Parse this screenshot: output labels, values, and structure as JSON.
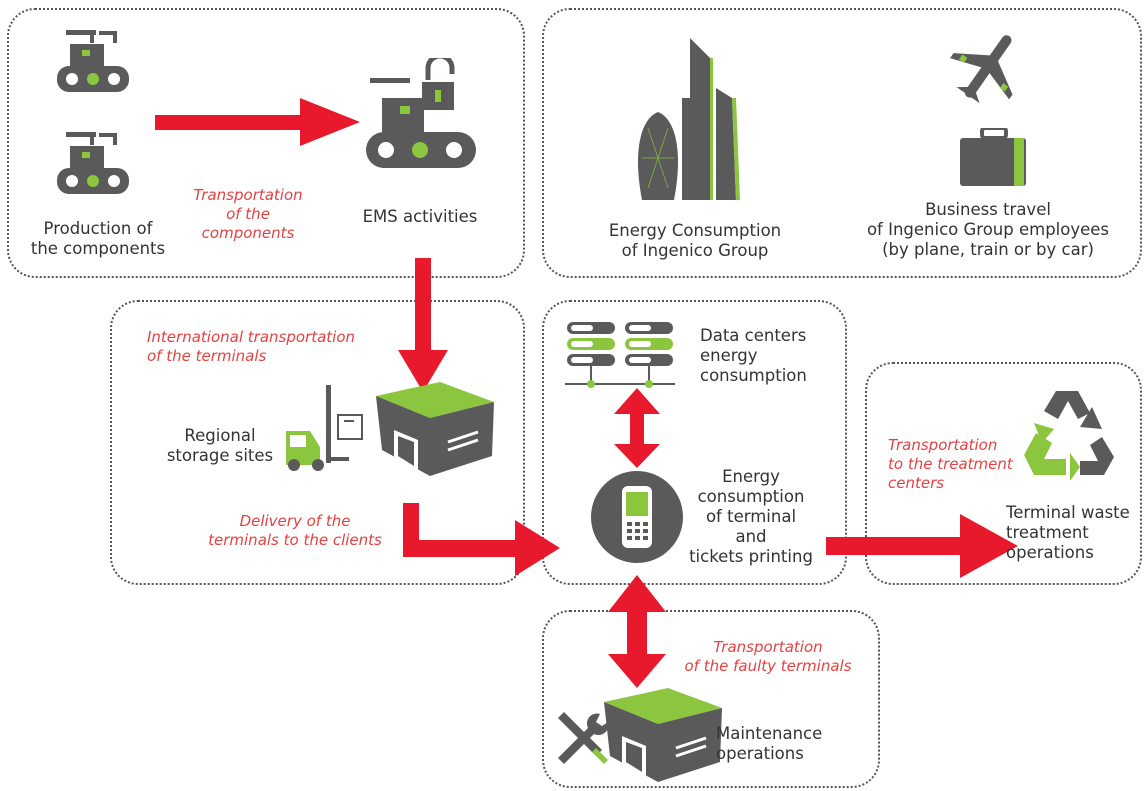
{
  "colors": {
    "arrow": "#e8192c",
    "gray": "#5a5a5a",
    "green": "#8cc63f",
    "note": "#e84040"
  },
  "labels": {
    "production": "Production of\nthe components",
    "ems": "EMS activities",
    "energy_group": "Energy Consumption\nof Ingenico Group",
    "business_travel": "Business travel\nof Ingenico Group employees\n(by plane, train or by car)",
    "regional": "Regional\nstorage sites",
    "datacenters": "Data centers\nenergy\nconsumption",
    "terminal_energy": "Energy\nconsumption\nof terminal\nand\ntickets printing",
    "waste": "Terminal waste\ntreatment\noperations",
    "maintenance": "Maintenance\noperations"
  },
  "notes": {
    "transport_components": "Transportation\nof the\ncomponents",
    "international": "International transportation\nof the terminals",
    "delivery": "Delivery of the\nterminals to the clients",
    "treatment": "Transportation\nto the treatment\ncenters",
    "faulty": "Transportation\nof the faulty terminals"
  },
  "icons": [
    "conveyor-robot-icon",
    "conveyor-lock-icon",
    "skyscrapers-icon",
    "airplane-icon",
    "suitcase-icon",
    "forklift-icon",
    "warehouse-icon",
    "server-rack-icon",
    "payment-terminal-icon",
    "recycle-icon",
    "tools-icon"
  ]
}
